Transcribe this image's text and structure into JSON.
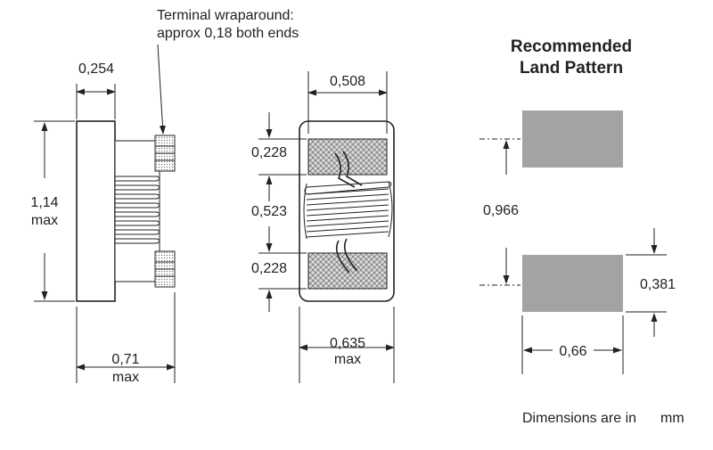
{
  "note": {
    "wrap_line1": "Terminal wraparound:",
    "wrap_line2": "approx 0,18 both ends"
  },
  "side_view": {
    "flange_width": "0,254",
    "height_value": "1,14",
    "height_suffix": "max",
    "depth_value": "0,71",
    "depth_suffix": "max"
  },
  "front_view": {
    "top_width": "0,508",
    "upper_section": "0,228",
    "middle_section": "0,523",
    "lower_section": "0,228",
    "width_value": "0,635",
    "width_suffix": "max"
  },
  "land_pattern": {
    "title_line1": "Recommended",
    "title_line2": "Land Pattern",
    "span": "0,966",
    "pad_height": "0,381",
    "pad_width": "0,66"
  },
  "footer": {
    "units_text": "Dimensions are in",
    "units": "mm"
  }
}
